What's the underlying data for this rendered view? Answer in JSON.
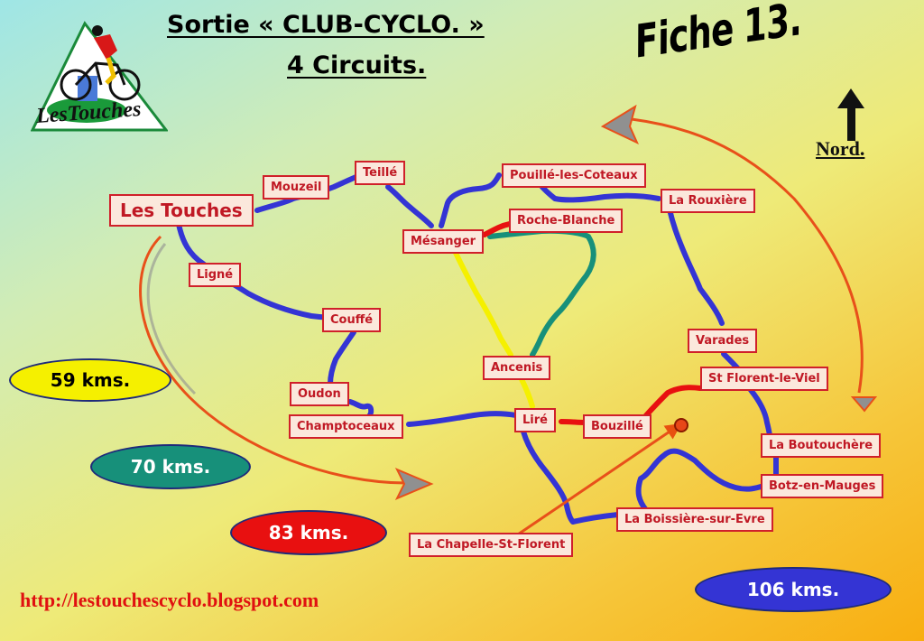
{
  "header": {
    "title_line1": "Sortie « CLUB-CYCLO. »",
    "title_line2": "4 Circuits.",
    "fiche": "Fiche 13.",
    "north_label": "Nord."
  },
  "logo": {
    "text": "LesTouches"
  },
  "towns": [
    {
      "id": "les-touches",
      "label": "Les Touches"
    },
    {
      "id": "mouzeil",
      "label": "Mouzeil"
    },
    {
      "id": "teille",
      "label": "Teillé"
    },
    {
      "id": "ligne",
      "label": "Ligné"
    },
    {
      "id": "couffe",
      "label": "Couffé"
    },
    {
      "id": "oudon",
      "label": "Oudon"
    },
    {
      "id": "champtoceaux",
      "label": "Champtoceaux"
    },
    {
      "id": "mesanger",
      "label": "Mésanger"
    },
    {
      "id": "pouille",
      "label": "Pouillé-les-Coteaux"
    },
    {
      "id": "roche-blanche",
      "label": "Roche-Blanche"
    },
    {
      "id": "la-rouxiere",
      "label": "La Rouxière"
    },
    {
      "id": "ancenis",
      "label": "Ancenis"
    },
    {
      "id": "lire",
      "label": "Liré"
    },
    {
      "id": "bouzille",
      "label": "Bouzillé"
    },
    {
      "id": "varades",
      "label": "Varades"
    },
    {
      "id": "st-florent",
      "label": "St Florent-le-Viel"
    },
    {
      "id": "la-boutouchere",
      "label": "La Boutouchère"
    },
    {
      "id": "botz",
      "label": "Botz-en-Mauges"
    },
    {
      "id": "la-boissiere",
      "label": "La Boissière-sur-Evre"
    },
    {
      "id": "la-chapelle",
      "label": "La Chapelle-St-Florent"
    }
  ],
  "circuits": [
    {
      "label": "59 kms.",
      "color": "#f5f000"
    },
    {
      "label": "70 kms.",
      "color": "#17907a"
    },
    {
      "label": "83 kms.",
      "color": "#e81010"
    },
    {
      "label": "106  kms.",
      "color": "#3434d4"
    }
  ],
  "footer": {
    "url": "http://lestouchescyclo.blogspot.com"
  },
  "colors": {
    "route_blue": "#3434d4",
    "route_green": "#17907a",
    "route_yellow": "#f5f000",
    "route_red": "#e81010",
    "label_border": "#d0202a"
  }
}
